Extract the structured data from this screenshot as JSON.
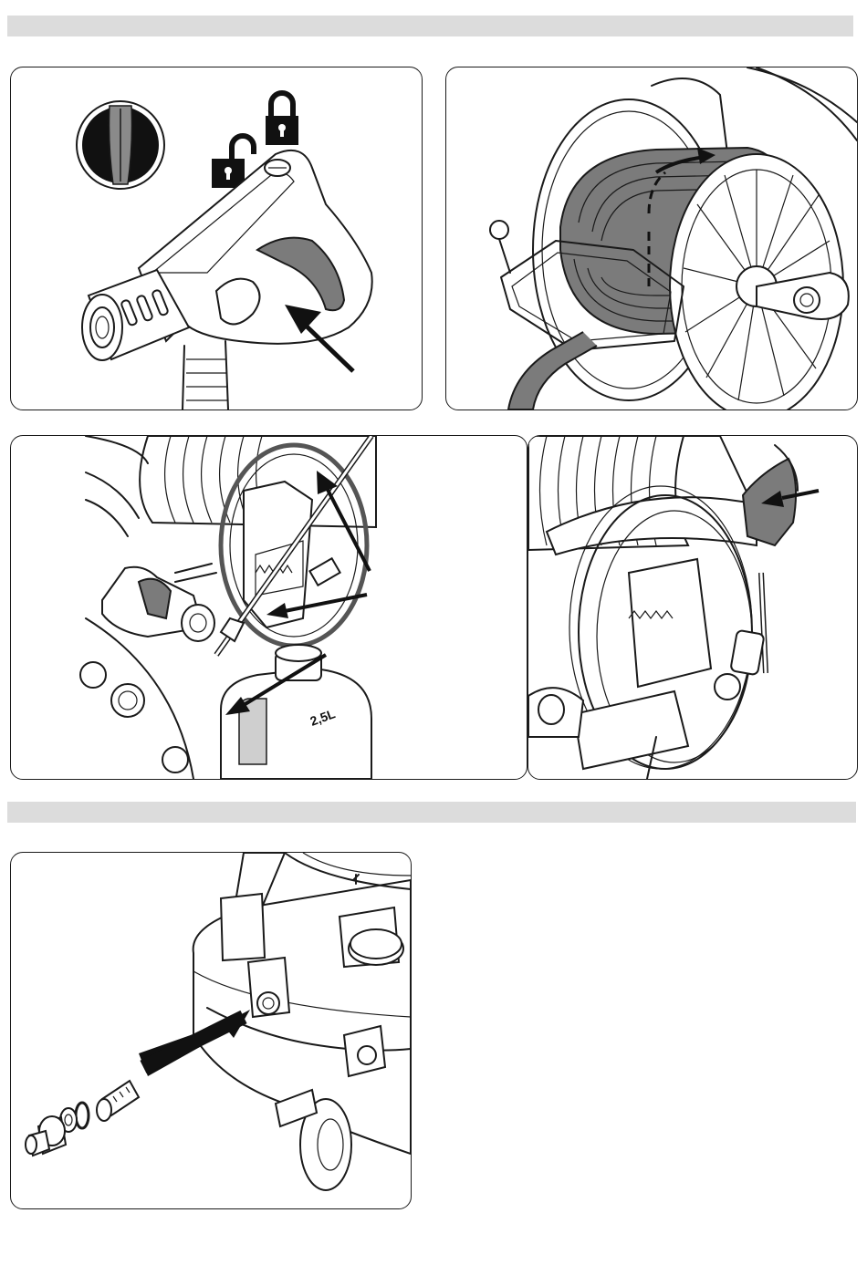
{
  "page": {
    "panels": [
      {
        "id": "trigger-lock",
        "icons": [
          "unlocked-padlock-icon",
          "locked-padlock-icon",
          "lock-detail-inset",
          "direction-arrow-icon"
        ]
      },
      {
        "id": "hose-reel-wound",
        "icons": [
          "hose-reel",
          "wind-direction-arrow-icon"
        ]
      },
      {
        "id": "gun-and-accessories-stored",
        "icons": [
          "spray-gun",
          "lance",
          "detergent-bottle",
          "pointer-arrow-icon"
        ]
      },
      {
        "id": "power-cable-hook",
        "icons": [
          "cable-hook",
          "pointer-arrow-icon"
        ]
      },
      {
        "id": "water-inlet-filter",
        "icons": [
          "inlet-filter",
          "hose-connector",
          "insertion-arrow-icon"
        ]
      }
    ],
    "bottle_label": "2,5L",
    "colors": {
      "band": "#dcdcdc",
      "ink": "#1a1a1a",
      "hose_gray": "#7b7b7b"
    }
  }
}
